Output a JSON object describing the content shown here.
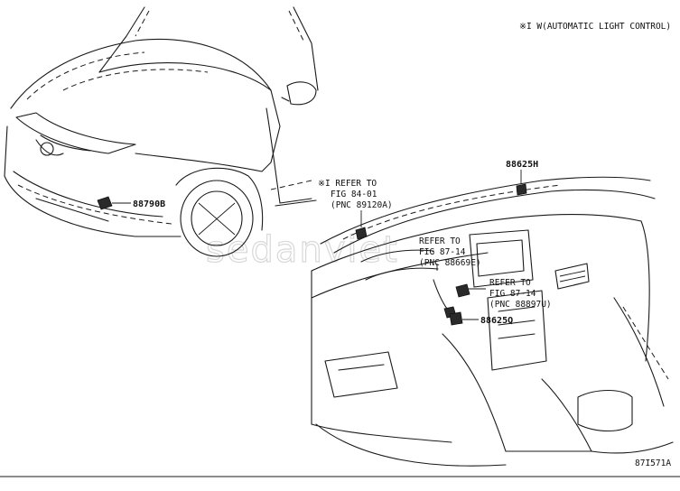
{
  "header_note": "※I W(AUTOMATIC LIGHT CONTROL)",
  "watermark": "sedanviet",
  "figure_code": "87I571A",
  "callouts": {
    "part_88790B": "88790B",
    "part_88625H": "88625H",
    "part_88625Q": "88625Q",
    "ref_fig_84_01": {
      "line1": "※I REFER TO",
      "line2": "FIG 84-01",
      "line3": "(PNC 89120A)"
    },
    "ref_fig_87_14_a": {
      "line1": "REFER TO",
      "line2": "FIG 87-14",
      "line3": "(PNC 88669E)"
    },
    "ref_fig_87_14_b": {
      "line1": "REFER TO",
      "line2": "FIG 87-14",
      "line3": "(PNC 88897U)"
    }
  }
}
